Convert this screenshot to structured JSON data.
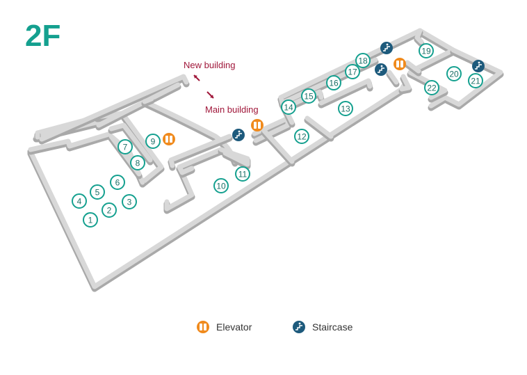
{
  "floor": {
    "label": "2F"
  },
  "directions": {
    "new_building": "New building",
    "main_building": "Main building"
  },
  "legend": {
    "elevator": "Elevator",
    "staircase": "Staircase"
  },
  "rooms": [
    "1",
    "2",
    "3",
    "4",
    "5",
    "6",
    "7",
    "8",
    "9",
    "10",
    "11",
    "12",
    "13",
    "14",
    "15",
    "16",
    "17",
    "18",
    "19",
    "20",
    "21",
    "22"
  ],
  "colors": {
    "room_marker": "#14a08f",
    "elevator": "#f08a1c",
    "staircase": "#1d5a7c",
    "label": "#a0173a",
    "wall_top": "#d8d8d8",
    "wall_side": "#a9a9a9"
  },
  "icons": {
    "elevator": "elevator-icon",
    "staircase": "staircase-icon"
  }
}
